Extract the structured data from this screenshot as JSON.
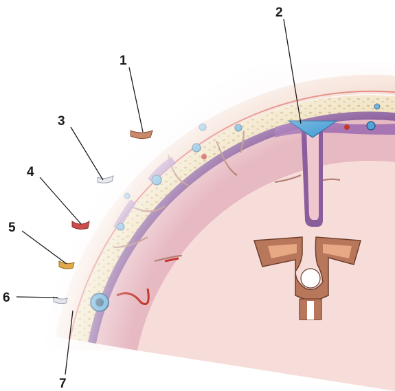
{
  "labels": [
    {
      "id": "1",
      "text": "1"
    },
    {
      "id": "2",
      "text": "2"
    },
    {
      "id": "3",
      "text": "3"
    },
    {
      "id": "4",
      "text": "4"
    },
    {
      "id": "5",
      "text": "5"
    },
    {
      "id": "6",
      "text": "6"
    },
    {
      "id": "7",
      "text": "7"
    }
  ],
  "colors": {
    "scalp": "#f1d3c4",
    "bone": "#efe0b9",
    "bone_pores": "#c9a77c",
    "dura": "#8a5d9c",
    "cortex": "#e7b9c2",
    "white_matter": "#f7ddd9",
    "sinus": "#4fa3d8",
    "vessel_red": "#c2372e",
    "ventricle": "#b8765b"
  }
}
